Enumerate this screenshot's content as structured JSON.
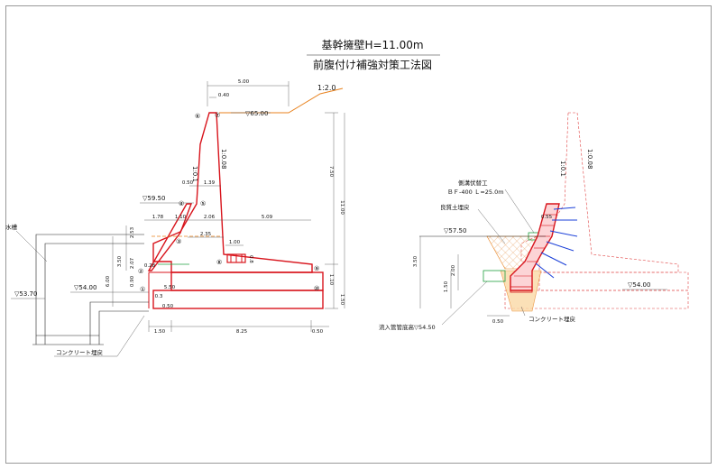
{
  "title": {
    "line1": "基幹擁壁H=11.00m",
    "line2": "前腹付け補強対策工法図"
  },
  "left_section": {
    "levels": {
      "top": "▽65.00",
      "mid": "▽59.50",
      "base": "▽54.00",
      "channel": "▽53.70"
    },
    "slope": "1:2.0",
    "wall_batter": "1:0.1",
    "back_batter": "1:0.08",
    "channel_label": "水槽",
    "concrete_label": "コンクリート埋戻",
    "dims": {
      "top_width": "5.00",
      "crest": "0.40",
      "d050": "0.50",
      "d139": "1.39",
      "d178": "1.78",
      "d110": "1.10",
      "d206": "2.06",
      "d509": "5.09",
      "d235": "2.35",
      "d100": "1.00",
      "d253": "2.53",
      "d350": "3.50",
      "d207": "2.07",
      "d600": "6.00",
      "d028": "0.28",
      "d090": "0.90",
      "d750": "7.50",
      "d1100": "11.00",
      "d110b": "1.10",
      "d150r": "1.50",
      "d150": "1.50",
      "d825": "8.25",
      "d050b": "0.50",
      "d050c": "0.50",
      "d550": "5.50",
      "d03": "0.3",
      "d08": "0.8"
    },
    "markers": [
      "①",
      "②",
      "③",
      "④",
      "⑤",
      "⑥",
      "⑦",
      "⑧",
      "⑨",
      "⑩"
    ]
  },
  "right_section": {
    "levels": {
      "water": "▽57.50",
      "base": "▽54.00",
      "pipe": "流入管管底高▽54.50"
    },
    "wall_batter": "1:0.1",
    "back_batter": "1:0.08",
    "labels": {
      "drain_title": "側溝伏替工",
      "drain_spec": "ＢＦ-400 Ｌ=25.0m",
      "soil": "良質土埋戻",
      "concrete": "コンクリート埋戻"
    },
    "dims": {
      "d350": "3.50",
      "d200": "2.00",
      "d150": "1.50",
      "d050": "0.50",
      "d055": "0.55"
    }
  }
}
